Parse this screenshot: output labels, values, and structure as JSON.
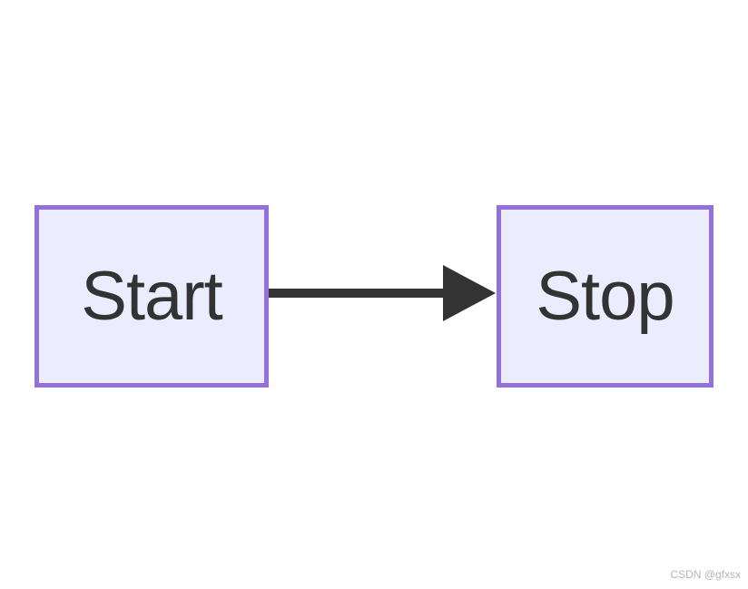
{
  "diagram": {
    "type": "flowchart",
    "direction": "left-to-right",
    "nodes": [
      {
        "id": "start",
        "label": "Start",
        "shape": "rectangle"
      },
      {
        "id": "stop",
        "label": "Stop",
        "shape": "rectangle"
      }
    ],
    "edges": [
      {
        "from": "start",
        "to": "stop",
        "style": "solid",
        "arrowhead": "filled-triangle",
        "label": ""
      }
    ],
    "colors": {
      "node_fill": "#ECECFF",
      "node_border": "#9370DB",
      "edge": "#333333",
      "text": "#333333",
      "background": "#FFFFFF",
      "watermark": "#B5B5B5"
    }
  },
  "watermark": {
    "text": "CSDN @gfxsx"
  }
}
